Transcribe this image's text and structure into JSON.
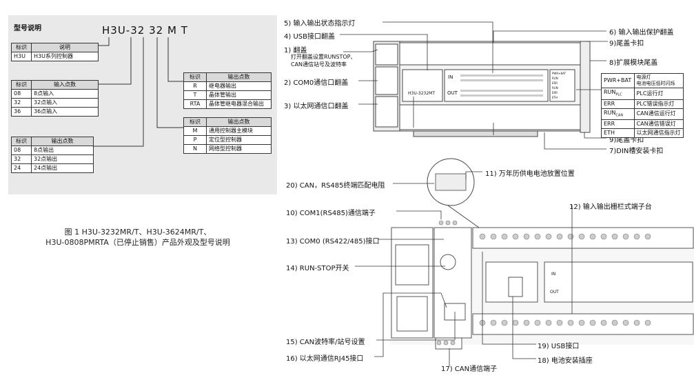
{
  "model_section": {
    "title": "型号说明",
    "model_code": {
      "prefix": "H3U-",
      "p1": "32",
      "p2": "32",
      "p3": "M",
      "p4": "T"
    },
    "table_series": {
      "h1": "标识",
      "h2": "说明",
      "rows": [
        [
          "H3U",
          "H3U系列控制器"
        ]
      ]
    },
    "table_inputs": {
      "h1": "标识",
      "h2": "输入点数",
      "rows": [
        [
          "08",
          "8点输入"
        ],
        [
          "32",
          "32点输入"
        ],
        [
          "36",
          "36点输入"
        ]
      ]
    },
    "table_outputs": {
      "h1": "标识",
      "h2": "输出点数",
      "rows": [
        [
          "08",
          "8点输出"
        ],
        [
          "32",
          "32点输出"
        ],
        [
          "24",
          "24点输出"
        ]
      ]
    },
    "table_output_type": {
      "h1": "标识",
      "h2": "输出点数",
      "rows": [
        [
          "R",
          "继电器输出"
        ],
        [
          "T",
          "晶体管输出"
        ],
        [
          "RTA",
          "晶体管继电器混合输出"
        ]
      ]
    },
    "table_controller_type": {
      "h1": "标识",
      "h2": "输出点数",
      "rows": [
        [
          "M",
          "通用控制器主模块"
        ],
        [
          "P",
          "定位型控制器"
        ],
        [
          "N",
          "网络型控制器"
        ]
      ]
    }
  },
  "caption": {
    "line1": "图 1  H3U-3232MR/T、H3U-3624MR/T、",
    "line2": "H3U-0808PMRTA（已停止销售）产品外观及型号说明"
  },
  "device_labels": {
    "l5": "5) 输入输出状态指示灯",
    "l4": "4) USB接口翻盖",
    "l1a": "1) 翻盖",
    "l1b": "打开翻盖设置RUNSTOP、",
    "l1c": "CAN通信站号及波特率",
    "l2": "2) COM0通信口翻盖",
    "l3": "3) 以太网通信口翻盖",
    "l6": "6) 输入输出保护翻盖",
    "l9a": "9)尾盖卡扣",
    "l8": "8)扩展模块尾盖",
    "l9b": "9)尾盖卡扣",
    "l7": "7)DIN槽安装卡扣"
  },
  "indicator_table": {
    "rows": [
      [
        "PWR+BAT",
        "电源灯\n电池电压低时闪烁"
      ],
      [
        "RUN",
        "PLC运行灯"
      ],
      [
        "ERR",
        "PLC错误指示灯"
      ],
      [
        "RUN",
        "CAN通信运行灯"
      ],
      [
        "ERR",
        "CAN通信错误灯"
      ],
      [
        "ETH",
        "以太网通信指示灯"
      ]
    ],
    "plc_tag": "PLC",
    "can_tag": "CAN"
  },
  "device_face": {
    "model": "H3U-3232MT",
    "in_label": "IN",
    "out_label": "OUT",
    "leds": [
      "PWR+BAT",
      "RUN",
      "ERR",
      "RUN",
      "ERR",
      "ETH"
    ]
  },
  "detail_labels": {
    "l11": "11) 万年历供电电池放置位置",
    "l20": "20) CAN，RS485终端匹配电阻",
    "l12": "12) 输入输出栅栏式端子台",
    "l10": "10) COM1(RS485)通信端子",
    "l13": "13) COM0 (RS422/485)接口",
    "l14": "14) RUN-STOP开关",
    "l15": "15) CAN波特率/站号设置",
    "l16": "16) 以太网通信RJ45接口",
    "l17": "17) CAN通信端子",
    "l18": "18) 电池安装插座",
    "l19": "19) USB接口"
  },
  "detail_face": {
    "in_label": "IN",
    "out_label": "OUT"
  }
}
